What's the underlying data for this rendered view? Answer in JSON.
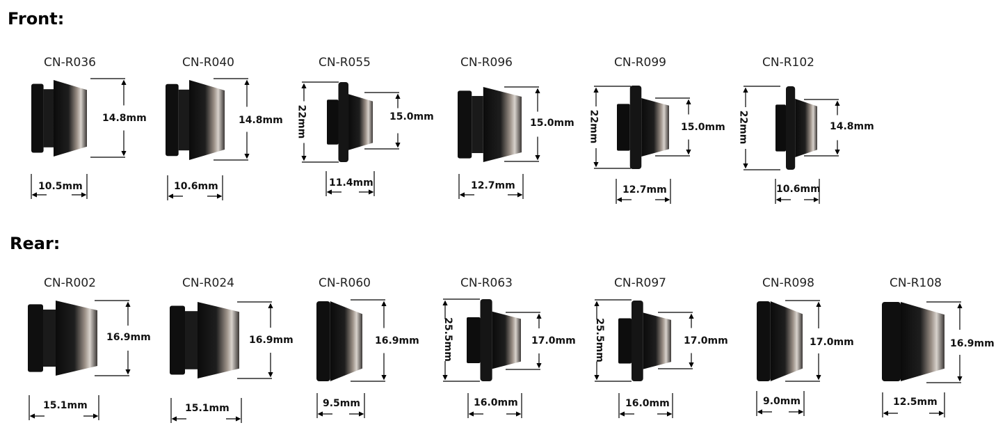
{
  "sections": {
    "front": {
      "title": "Front:"
    },
    "rear": {
      "title": "Rear:"
    }
  },
  "front_parts": [
    {
      "name": "CN-R036",
      "outer": "14.8mm",
      "width": "10.5mm"
    },
    {
      "name": "CN-R040",
      "outer": "14.8mm",
      "width": "10.6mm"
    },
    {
      "name": "CN-R055",
      "outer": "15.0mm",
      "width": "11.4mm",
      "flange": "22mm"
    },
    {
      "name": "CN-R096",
      "outer": "15.0mm",
      "width": "12.7mm"
    },
    {
      "name": "CN-R099",
      "outer": "15.0mm",
      "width": "12.7mm",
      "flange": "22mm"
    },
    {
      "name": "CN-R102",
      "outer": "14.8mm",
      "width": "10.6mm",
      "flange": "22mm"
    }
  ],
  "rear_parts": [
    {
      "name": "CN-R002",
      "outer": "16.9mm",
      "width": "15.1mm"
    },
    {
      "name": "CN-R024",
      "outer": "16.9mm",
      "width": "15.1mm"
    },
    {
      "name": "CN-R060",
      "outer": "16.9mm",
      "width": "9.5mm"
    },
    {
      "name": "CN-R063",
      "outer": "17.0mm",
      "width": "16.0mm",
      "flange": "25.5mm"
    },
    {
      "name": "CN-R097",
      "outer": "17.0mm",
      "width": "16.0mm",
      "flange": "25.5mm"
    },
    {
      "name": "CN-R098",
      "outer": "17.0mm",
      "width": "9.0mm"
    },
    {
      "name": "CN-R108",
      "outer": "16.9mm",
      "width": "12.5mm"
    }
  ]
}
